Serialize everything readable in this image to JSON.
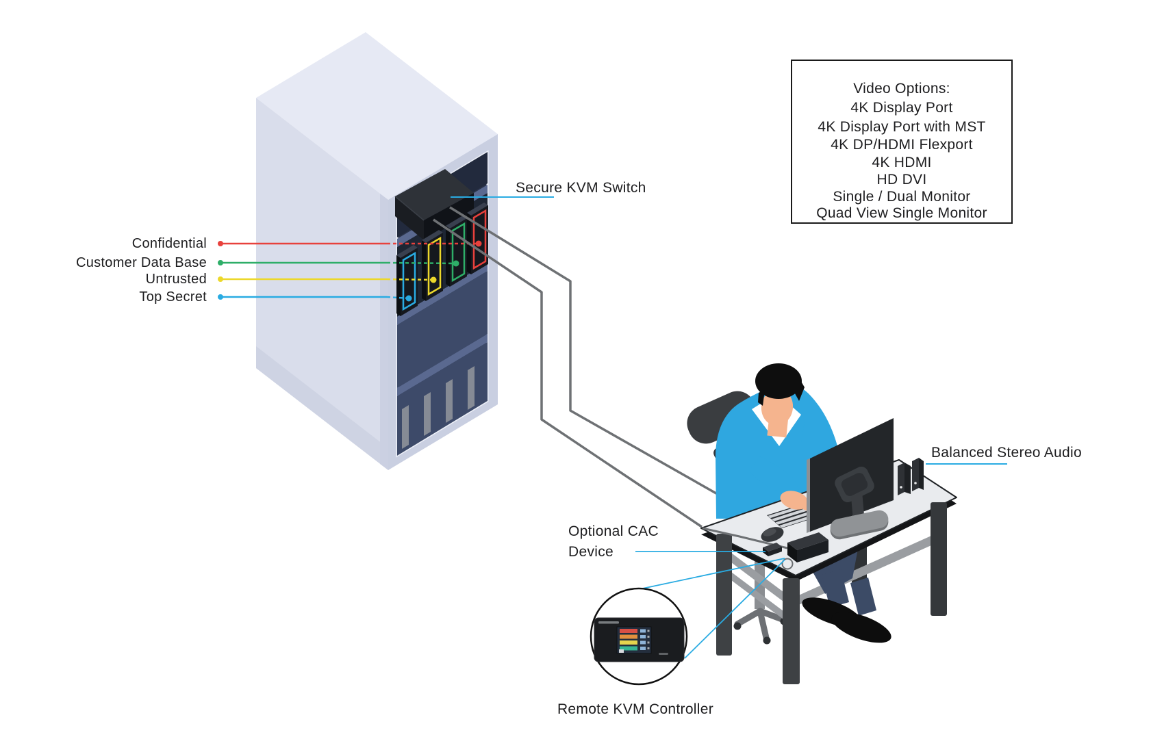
{
  "colors": {
    "accent": "#29abe2",
    "cable_gray": "#6e7174"
  },
  "kvm_switch": {
    "label": "Secure KVM Switch"
  },
  "channels": [
    {
      "label": "Confidential",
      "color": "#e8413c"
    },
    {
      "label": "Customer Data Base",
      "color": "#2eae68"
    },
    {
      "label": "Untrusted",
      "color": "#ecd82b"
    },
    {
      "label": "Top Secret",
      "color": "#29abe2"
    }
  ],
  "video_options_box": {
    "title": "Video Options:",
    "options": [
      "4K Display Port",
      "4K Display Port with MST",
      "4K DP/HDMI Flexport",
      "4K HDMI",
      "HD DVI",
      "Single / Dual Monitor",
      "Quad View Single Monitor"
    ]
  },
  "callouts": {
    "balanced_stereo_audio": "Balanced Stereo Audio",
    "optional_cac_line1": "Optional CAC",
    "optional_cac_line2": "Device",
    "remote_kvm_controller": "Remote KVM Controller"
  }
}
